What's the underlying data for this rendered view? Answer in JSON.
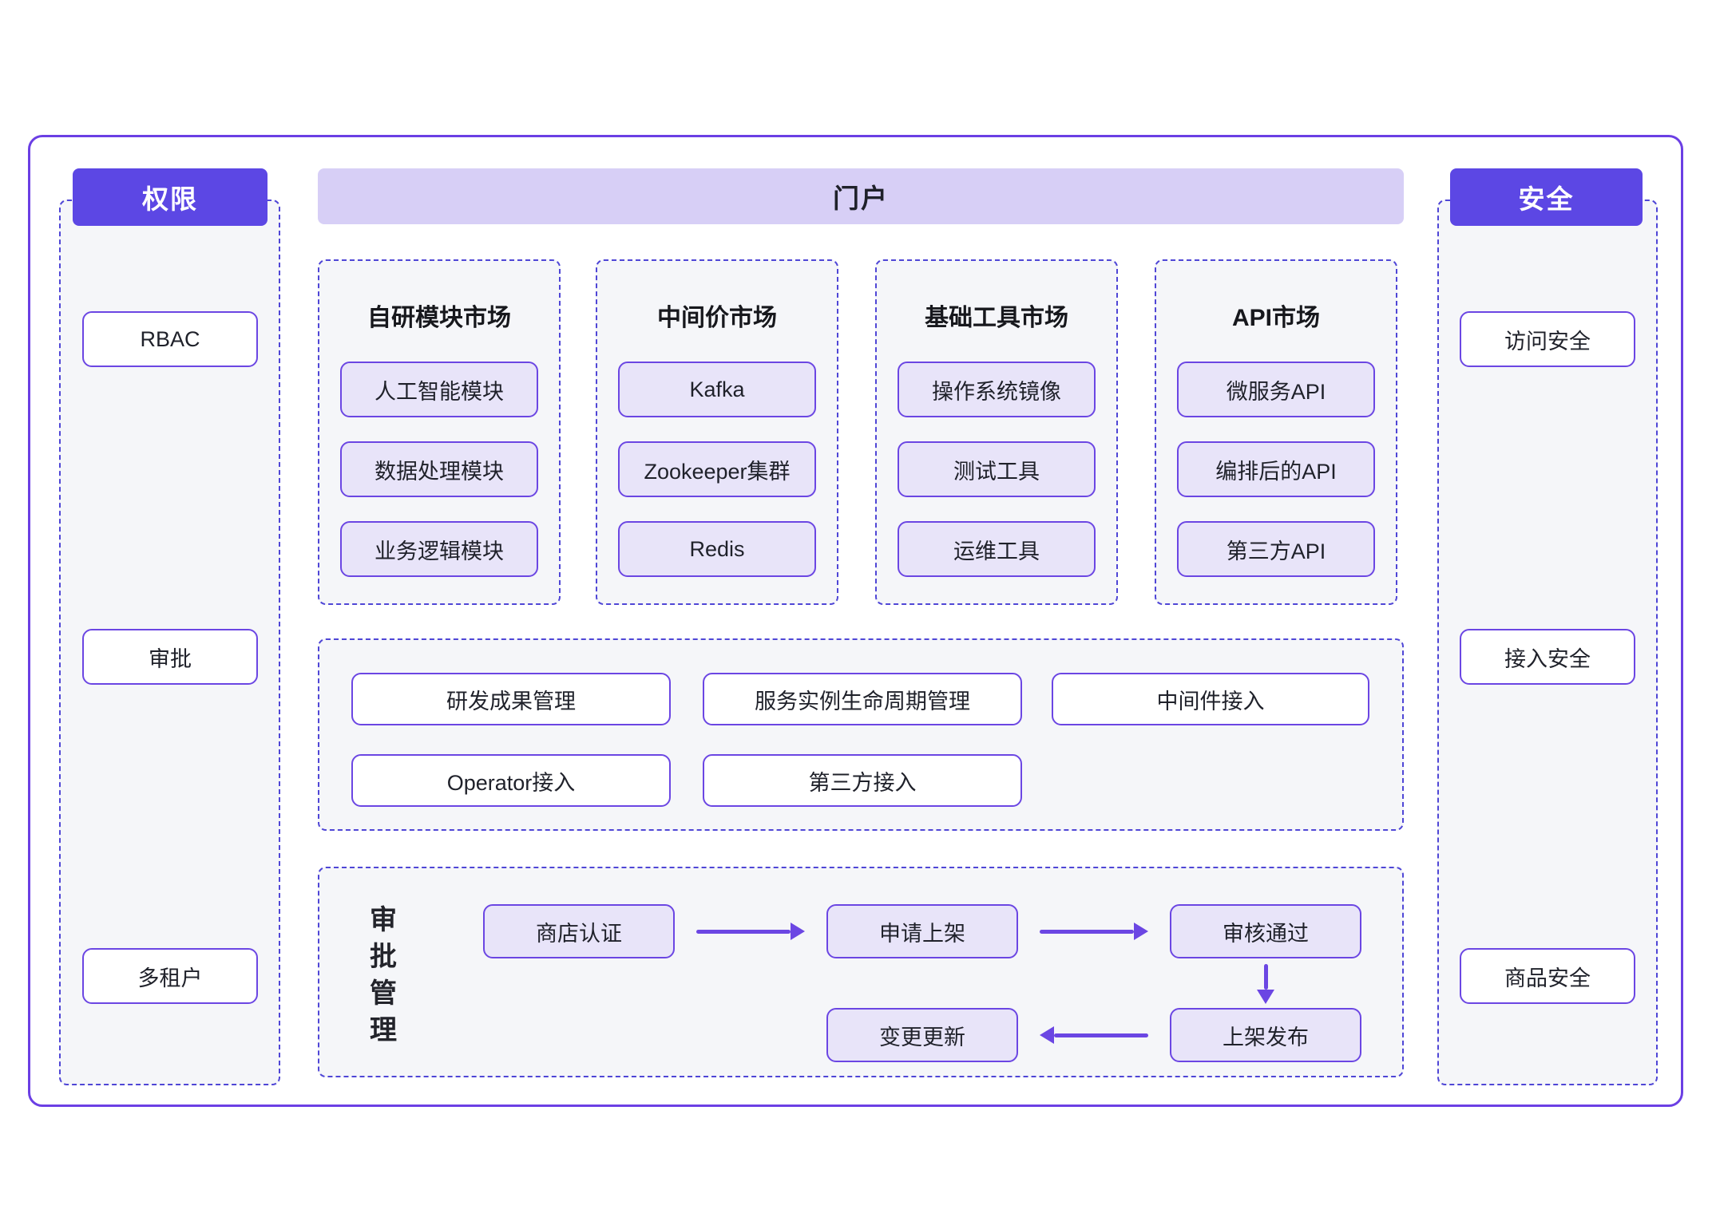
{
  "colors": {
    "accent": "#6B46E3",
    "header_fill": "#5C47E4",
    "portal_bar_fill": "#D7CFF6",
    "node_fill": "#E8E4F9",
    "panel_fill": "#F5F6F9",
    "dashed_border": "#4F46D6",
    "outer_border": "#6B3FE4"
  },
  "sidebar_left": {
    "title": "权限",
    "items": [
      "RBAC",
      "审批",
      "多租户"
    ]
  },
  "sidebar_right": {
    "title": "安全",
    "items": [
      "访问安全",
      "接入安全",
      "商品安全"
    ]
  },
  "portal": {
    "title": "门户",
    "markets": [
      {
        "title": "自研模块市场",
        "items": [
          "人工智能模块",
          "数据处理模块",
          "业务逻辑模块"
        ]
      },
      {
        "title": "中间价市场",
        "items": [
          "Kafka",
          "Zookeeper集群",
          "Redis"
        ]
      },
      {
        "title": "基础工具市场",
        "items": [
          "操作系统镜像",
          "测试工具",
          "运维工具"
        ]
      },
      {
        "title": "API市场",
        "items": [
          "微服务API",
          "编排后的API",
          "第三方API"
        ]
      }
    ],
    "management": {
      "row1": [
        "研发成果管理",
        "服务实例生命周期管理",
        "中间件接入"
      ],
      "row2": [
        "Operator接入",
        "第三方接入"
      ]
    },
    "approval": {
      "label": "审批管理",
      "steps": [
        "商店认证",
        "申请上架",
        "审核通过",
        "上架发布",
        "变更更新"
      ]
    }
  }
}
